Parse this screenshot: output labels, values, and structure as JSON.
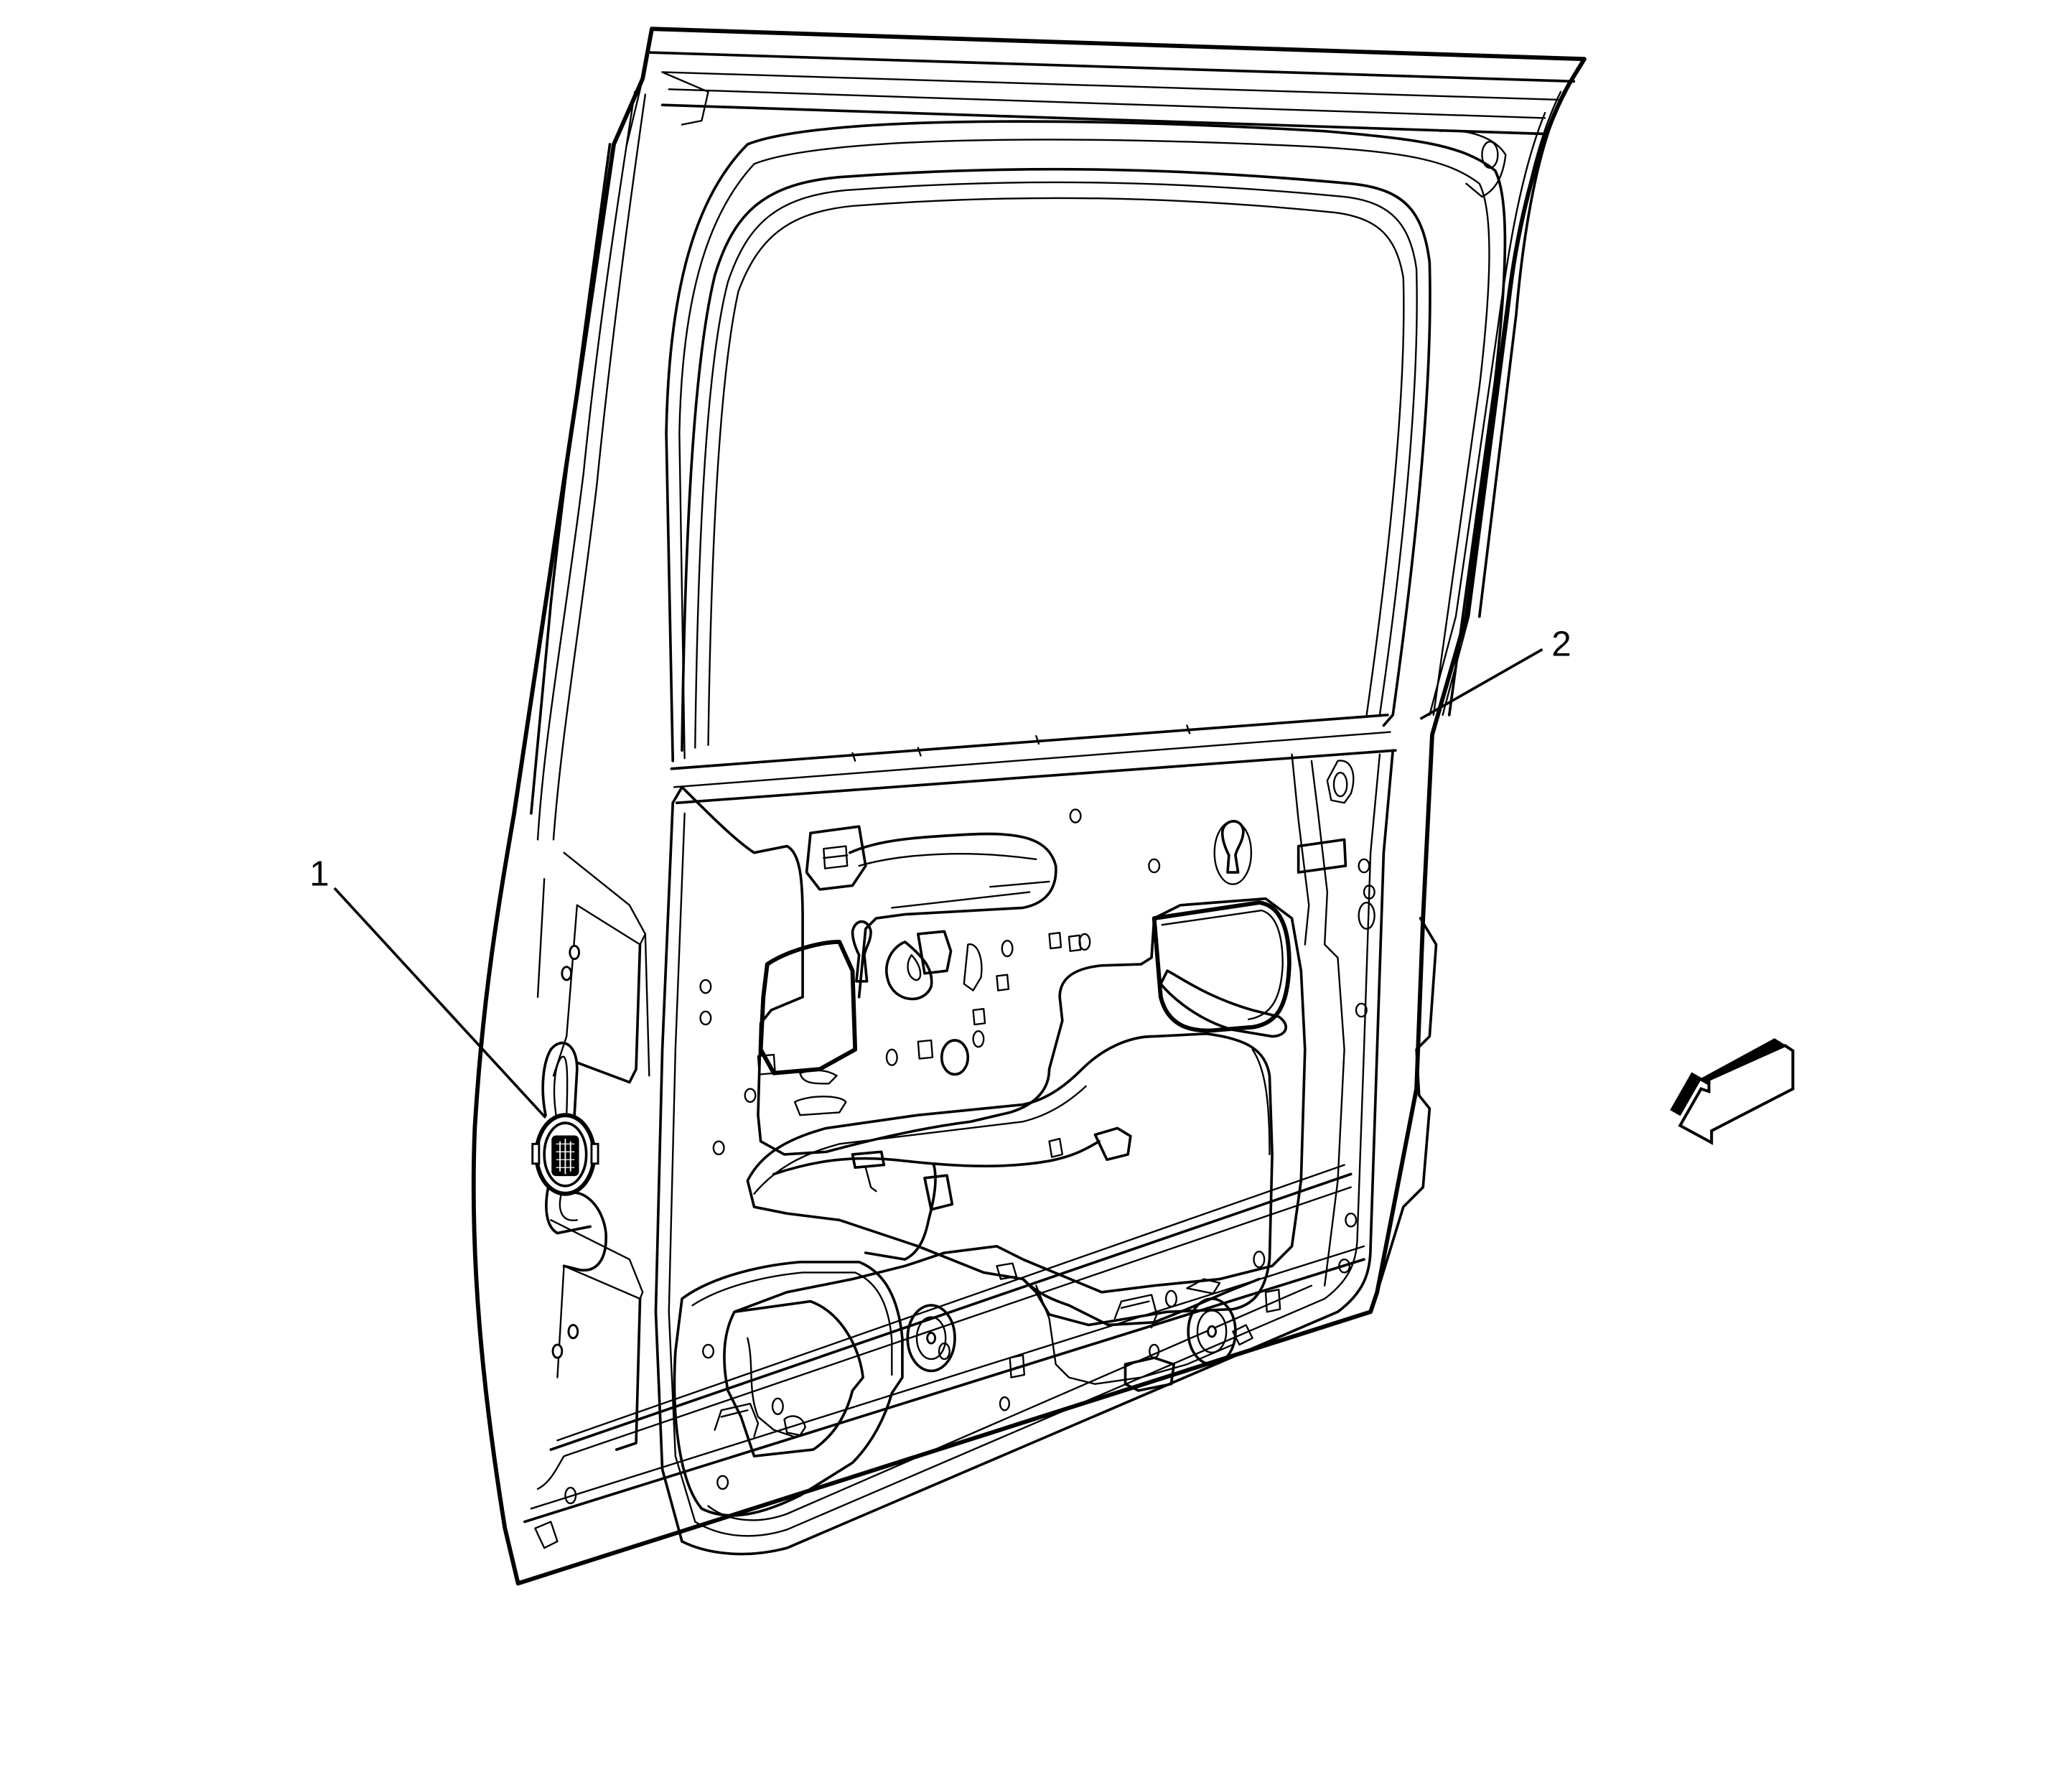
{
  "figure": {
    "subject": "rear door inner panel with wiring harness",
    "background_color": "#ffffff",
    "line_color": "#000000"
  },
  "callouts": [
    {
      "id": "1",
      "label": "1",
      "target": "door harness connector"
    },
    {
      "id": "2",
      "label": "2",
      "target": "door panel"
    }
  ],
  "orientation_arrow": {
    "icon": "front-direction-arrow-icon",
    "direction": "down-left"
  }
}
